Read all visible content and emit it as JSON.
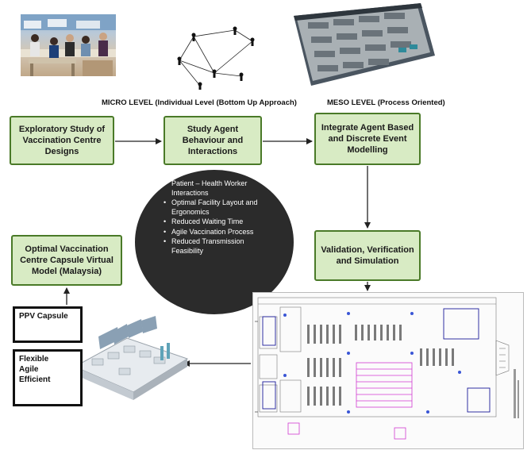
{
  "levels": {
    "micro": "MICRO LEVEL (Individual Level (Bottom Up Approach)",
    "meso": "MESO LEVEL (Process Oriented)"
  },
  "boxes": {
    "exploratory": "Exploratory Study of Vaccination Centre Designs",
    "agent_behaviour": "Study Agent Behaviour and Interactions",
    "integrate": "Integrate Agent Based and Discrete Event Modelling",
    "validation": "Validation, Verification and Simulation",
    "optimal": "Optimal Vaccination Centre Capsule Virtual Model (Malaysia)"
  },
  "circle_items": [
    "Patient – Health Worker Interactions",
    "Optimal Facility Layout and Ergonomics",
    "Reduced Waiting Time",
    "Agile Vaccination Process",
    "Reduced Transmission Feasibility"
  ],
  "capsule": {
    "title": "PPV Capsule",
    "attributes": [
      "Flexible",
      "Agile",
      "Efficient"
    ]
  },
  "colors": {
    "box_fill": "#d8ebc4",
    "box_border": "#4a7a28",
    "circle_fill": "#2b2b2b"
  }
}
